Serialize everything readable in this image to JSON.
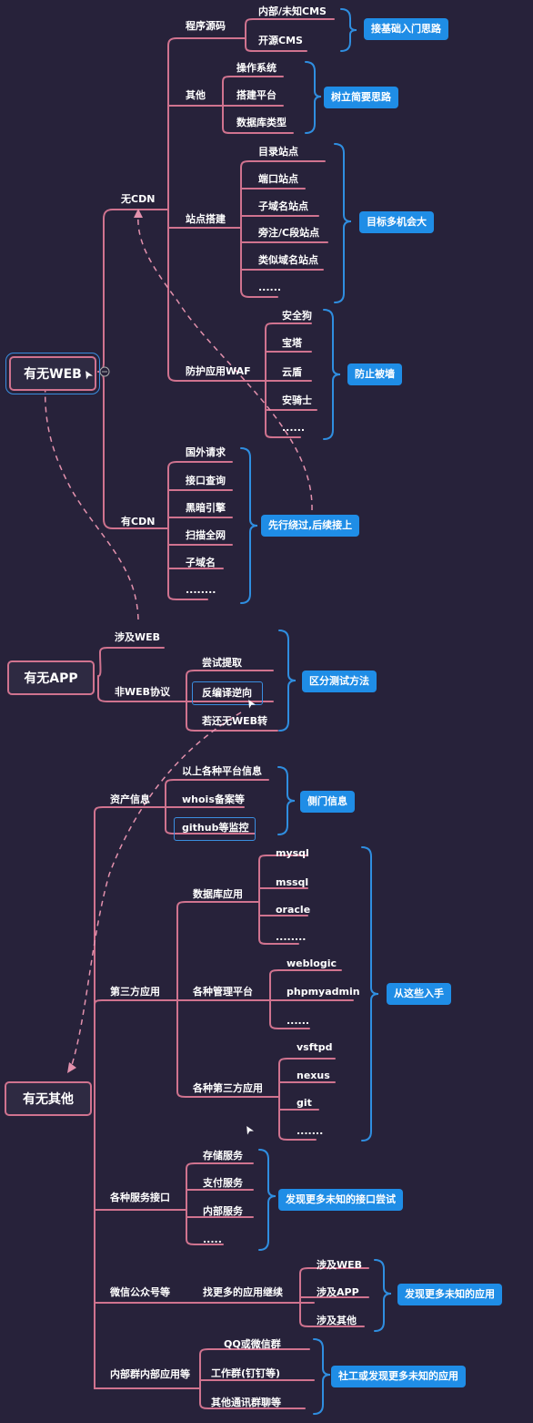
{
  "roots": {
    "web": "有无WEB",
    "app": "有无APP",
    "other": "有无其他"
  },
  "web": {
    "no_cdn": "无CDN",
    "has_cdn": "有CDN",
    "source": {
      "label": "程序源码",
      "items": [
        "内部/未知CMS",
        "开源CMS"
      ],
      "tag": "接基础入门思路"
    },
    "other": {
      "label": "其他",
      "items": [
        "操作系统",
        "搭建平台",
        "数据库类型"
      ],
      "tag": "树立简要思路"
    },
    "site": {
      "label": "站点搭建",
      "items": [
        "目录站点",
        "端口站点",
        "子域名站点",
        "旁注/C段站点",
        "类似域名站点",
        "......"
      ],
      "tag": "目标多机会大"
    },
    "waf": {
      "label": "防护应用WAF",
      "items": [
        "安全狗",
        "宝塔",
        "云盾",
        "安骑士",
        "......"
      ],
      "tag": "防止被墙"
    },
    "cdn": {
      "items": [
        "国外请求",
        "接口查询",
        "黑暗引擎",
        "扫描全网",
        "子域名",
        "........"
      ],
      "tag": "先行绕过,后续接上"
    }
  },
  "app": {
    "web_label": "涉及WEB",
    "nonweb_label": "非WEB协议",
    "items": [
      "尝试提取",
      "反编译逆向",
      "若还无WEB转"
    ],
    "tag": "区分测试方法"
  },
  "other": {
    "assets": {
      "label": "资产信息",
      "items": [
        "以上各种平台信息",
        "whois备案等",
        "github等监控"
      ],
      "tag": "侧门信息"
    },
    "third": {
      "label": "第三方应用",
      "db": {
        "label": "数据库应用",
        "items": [
          "mysql",
          "mssql",
          "oracle",
          "........"
        ]
      },
      "mgmt": {
        "label": "各种管理平台",
        "items": [
          "weblogic",
          "phpmyadmin",
          "......"
        ]
      },
      "apps": {
        "label": "各种第三方应用",
        "items": [
          "vsftpd",
          "nexus",
          "git",
          "......."
        ]
      },
      "tag": "从这些入手"
    },
    "iface": {
      "label": "各种服务接口",
      "items": [
        "存储服务",
        "支付服务",
        "内部服务",
        "....."
      ],
      "tag": "发现更多未知的接口尝试"
    },
    "wechat": {
      "label": "微信公众号等",
      "mid": "找更多的应用继续",
      "items": [
        "涉及WEB",
        "涉及APP",
        "涉及其他"
      ],
      "tag": "发现更多未知的应用"
    },
    "internal": {
      "label": "内部群内部应用等",
      "items": [
        "QQ或微信群",
        "工作群(钉钉等)",
        "其他通讯群聊等"
      ],
      "tag": "社工或发现更多未知的应用"
    }
  },
  "colors": {
    "background": "#27223a",
    "branch": "#d0738f",
    "tag": "#1f8de6",
    "brace": "#2f8ee0",
    "dashed": "#e391ad"
  }
}
